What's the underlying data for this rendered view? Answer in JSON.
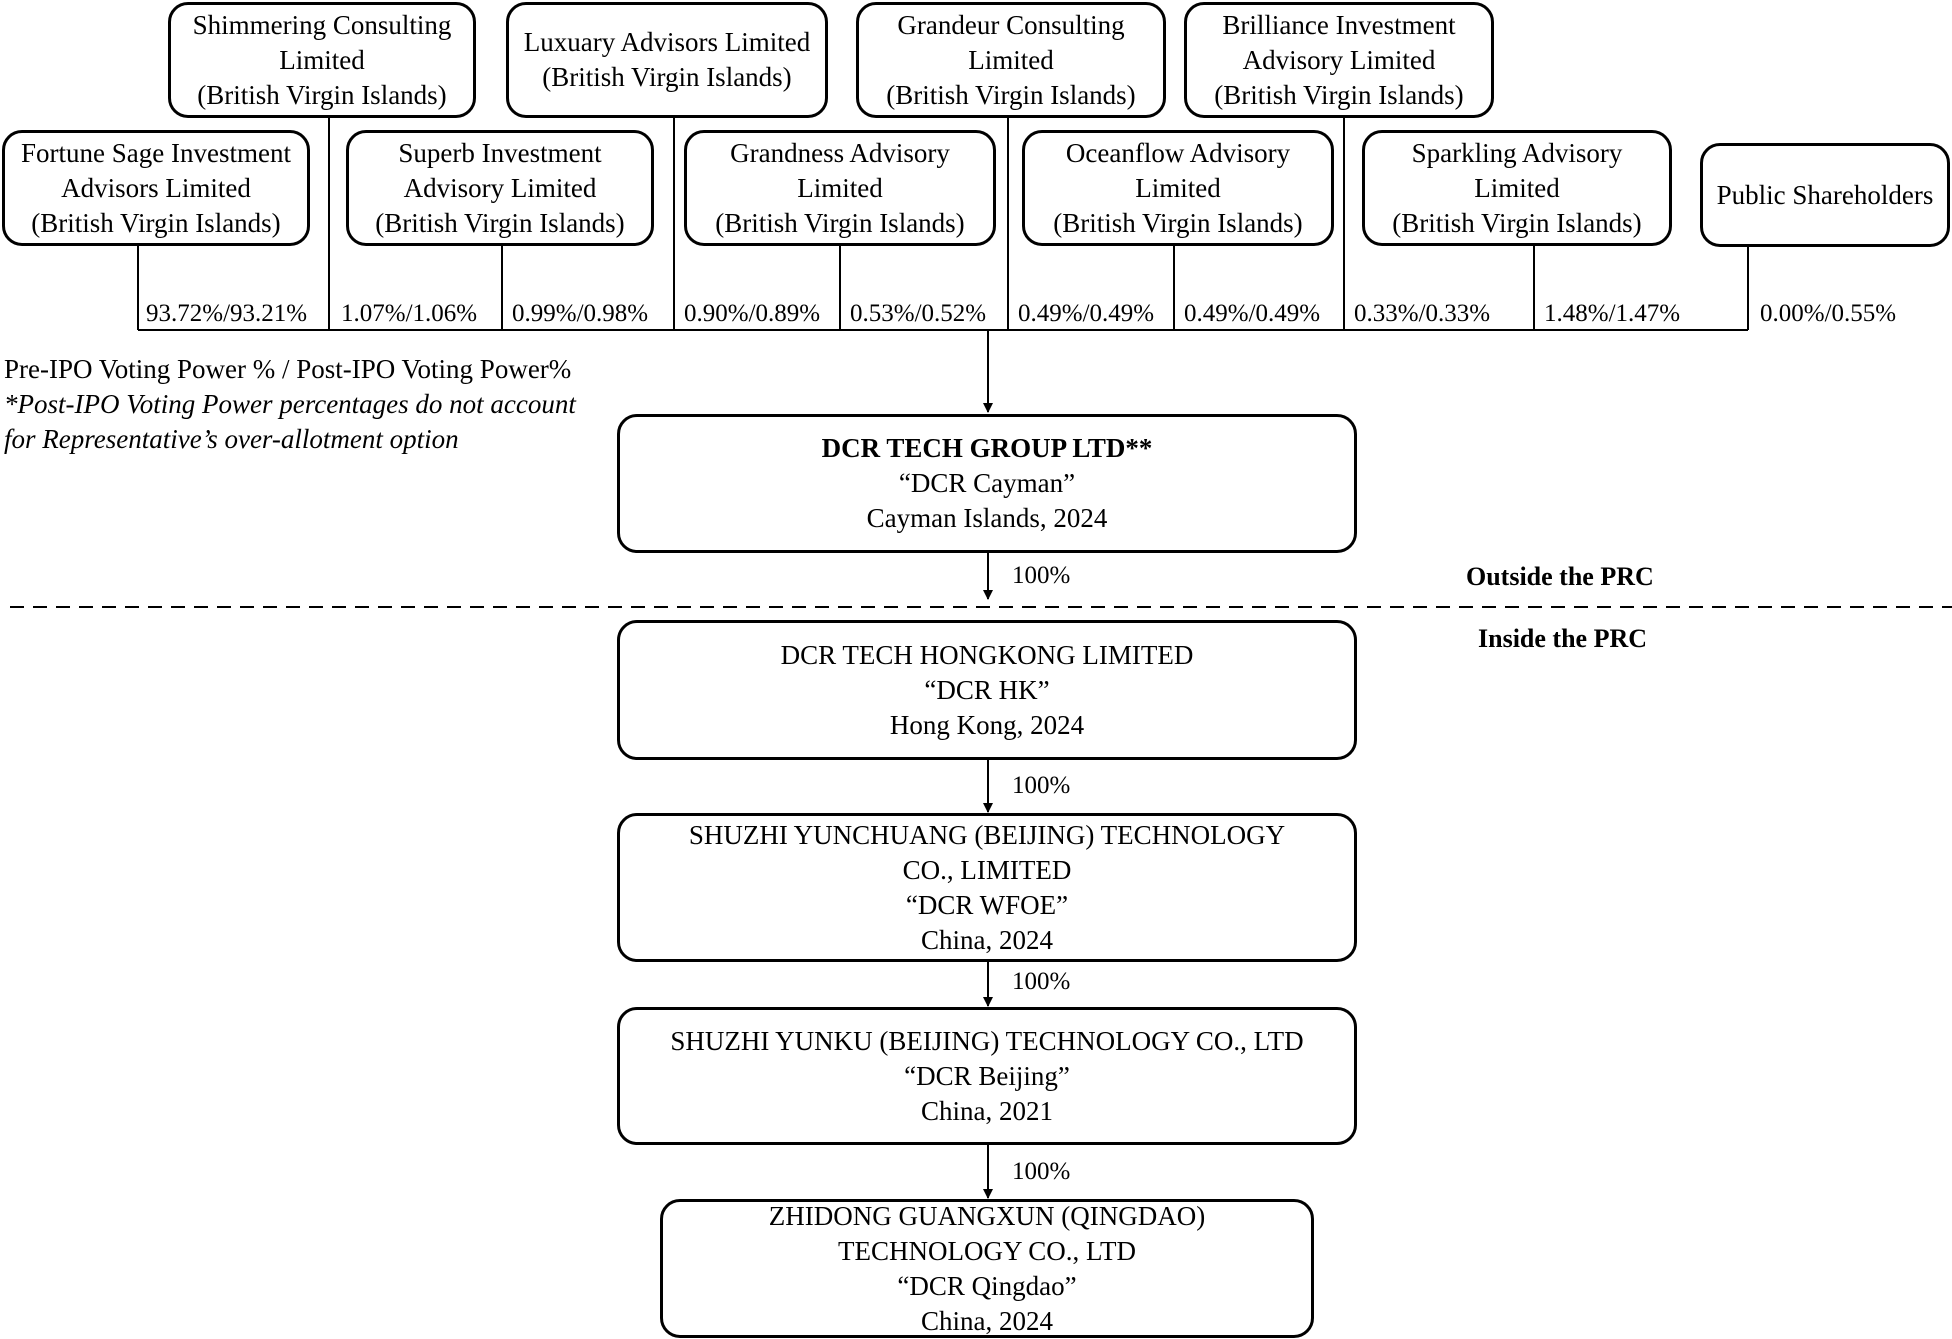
{
  "shareholders_top": [
    {
      "lines": [
        "Shimmering Consulting",
        "Limited",
        "(British Virgin Islands)"
      ]
    },
    {
      "lines": [
        "Luxuary Advisors Limited",
        "(British Virgin Islands)"
      ]
    },
    {
      "lines": [
        "Grandeur Consulting",
        "Limited",
        "(British Virgin Islands)"
      ]
    },
    {
      "lines": [
        "Brilliance Investment",
        "Advisory Limited",
        "(British Virgin Islands)"
      ]
    }
  ],
  "shareholders_bottom": [
    {
      "lines": [
        "Fortune Sage Investment",
        "Advisors Limited",
        "(British Virgin Islands)"
      ]
    },
    {
      "lines": [
        "Superb Investment",
        "Advisory Limited",
        "(British Virgin Islands)"
      ]
    },
    {
      "lines": [
        "Grandness Advisory",
        "Limited",
        "(British Virgin Islands)"
      ]
    },
    {
      "lines": [
        "Oceanflow Advisory",
        "Limited",
        "(British Virgin Islands)"
      ]
    },
    {
      "lines": [
        "Sparkling Advisory",
        "Limited",
        "(British Virgin Islands)"
      ]
    },
    {
      "lines": [
        "Public Shareholders"
      ]
    }
  ],
  "voting_power": [
    "93.72%/93.21%",
    "1.07%/1.06%",
    "0.99%/0.98%",
    "0.90%/0.89%",
    "0.53%/0.52%",
    "0.49%/0.49%",
    "0.49%/0.49%",
    "0.33%/0.33%",
    "1.48%/1.47%",
    "0.00%/0.55%"
  ],
  "note": {
    "line1": "Pre-IPO Voting Power % / Post-IPO Voting Power%",
    "line2": "*Post-IPO Voting Power percentages do not account",
    "line3": "for Representative’s over-allotment option"
  },
  "entities": [
    {
      "name": "DCR TECH GROUP LTD**",
      "lines": [
        "“DCR Cayman”",
        "Cayman Islands, 2024"
      ]
    },
    {
      "name": "DCR TECH HONGKONG LIMITED",
      "lines": [
        "“DCR HK”",
        "Hong Kong, 2024"
      ]
    },
    {
      "name": "SHUZHI YUNCHUANG (BEIJING) TECHNOLOGY",
      "lines": [
        "CO., LIMITED",
        "“DCR WFOE”",
        "China, 2024"
      ]
    },
    {
      "name": "SHUZHI YUNKU (BEIJING) TECHNOLOGY CO., LTD",
      "lines": [
        "“DCR Beijing”",
        "China, 2021"
      ]
    },
    {
      "name": "ZHIDONG GUANGXUN (QINGDAO)",
      "lines": [
        "TECHNOLOGY CO., LTD",
        "“DCR Qingdao”",
        "China, 2024"
      ]
    }
  ],
  "ownership": [
    "100%",
    "100%",
    "100%",
    "100%"
  ],
  "regions": {
    "outside": "Outside the PRC",
    "inside": "Inside the PRC"
  }
}
